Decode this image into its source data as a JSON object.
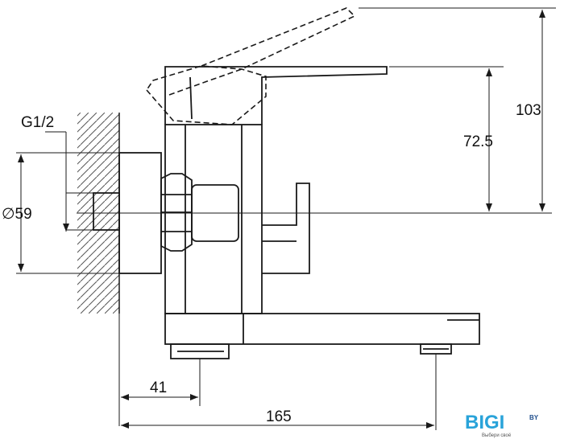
{
  "dimensions": {
    "thread": "G1/2",
    "flange_diameter": "∅59",
    "lever_height": "103",
    "body_height": "72.5",
    "wall_to_outlet": "41",
    "total_length": "165"
  },
  "logo": {
    "brand": "BIGI",
    "suffix": "BY",
    "tagline": "Выбери своё"
  },
  "colors": {
    "line": "#1a1a1a",
    "logo_blue": "#29a3d9",
    "logo_dark": "#1f4e8c"
  }
}
